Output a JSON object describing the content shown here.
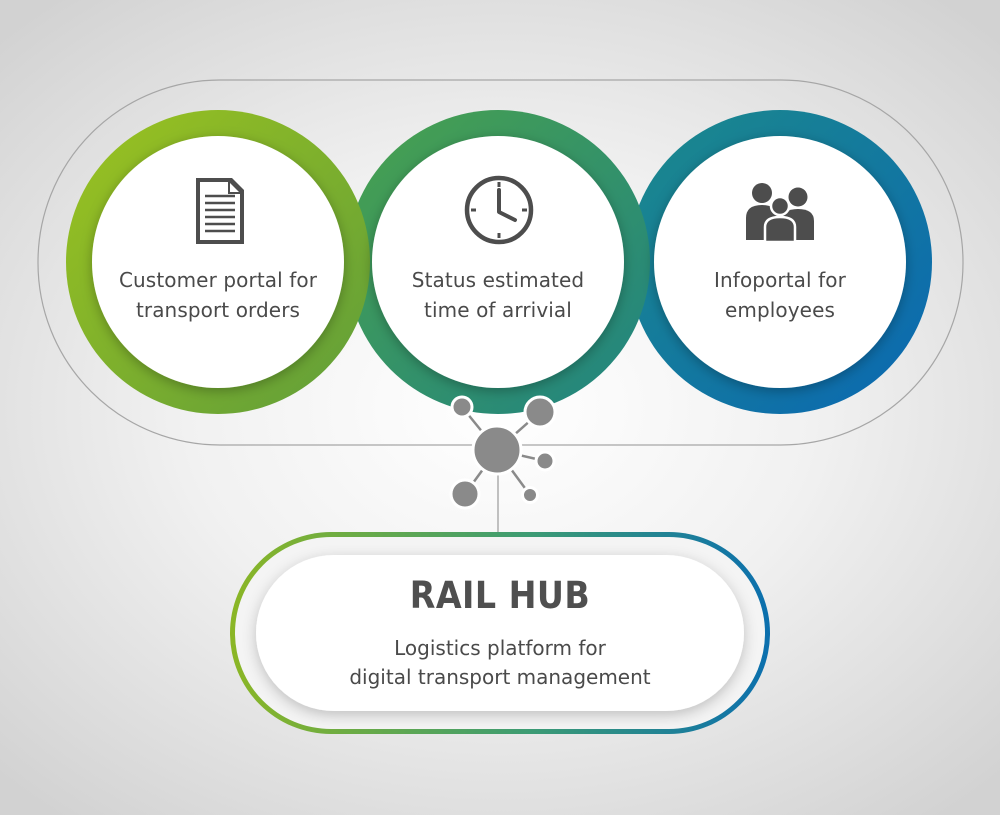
{
  "colors": {
    "green": "#8bb625",
    "teal": "#2e8a7c",
    "blue": "#0b6fae",
    "icon_gray": "#4d4d4d",
    "node_gray": "#8a8a8a",
    "text": "#4a4a4a"
  },
  "services": [
    {
      "icon": "document-icon",
      "line1": "Customer portal for",
      "line2": "transport orders"
    },
    {
      "icon": "clock-icon",
      "line1": "Status estimated",
      "line2": "time of arrivial"
    },
    {
      "icon": "people-icon",
      "line1": "Infoportal for",
      "line2": "employees"
    }
  ],
  "hub": {
    "icon": "network-hub-icon",
    "title": "RAIL HUB",
    "line1": "Logistics platform for",
    "line2": "digital transport management"
  }
}
